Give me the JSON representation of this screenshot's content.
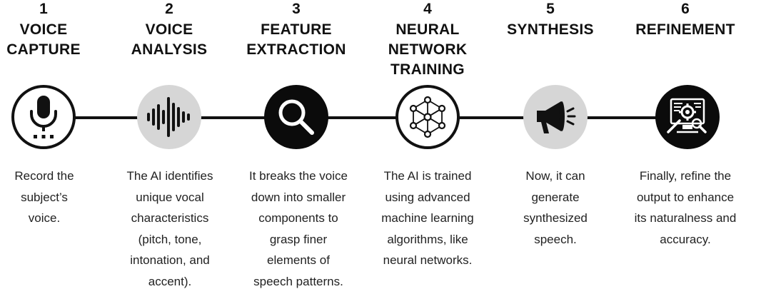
{
  "steps": [
    {
      "number": "1",
      "title": [
        "VOICE",
        "CAPTURE"
      ],
      "icon": "microphone-icon",
      "circle_style": "white",
      "description": [
        "Record the",
        "subject’s",
        "voice."
      ]
    },
    {
      "number": "2",
      "title": [
        "VOICE",
        "ANALYSIS"
      ],
      "icon": "sound-wave-icon",
      "circle_style": "grey",
      "description": [
        "The AI identifies",
        "unique vocal",
        "characteristics",
        "(pitch, tone,",
        "intonation, and",
        "accent)."
      ]
    },
    {
      "number": "3",
      "title": [
        "FEATURE",
        "EXTRACTION"
      ],
      "icon": "magnifier-icon",
      "circle_style": "black",
      "description": [
        "It breaks the voice",
        "down into smaller",
        "components to",
        "grasp finer",
        "elements of",
        "speech patterns."
      ]
    },
    {
      "number": "4",
      "title": [
        "NEURAL",
        "NETWORK",
        "TRAINING"
      ],
      "icon": "neural-network-icon",
      "circle_style": "white",
      "description": [
        "The AI is trained",
        "using advanced",
        "machine learning",
        "algorithms, like",
        "neural networks."
      ]
    },
    {
      "number": "5",
      "title": [
        "SYNTHESIS"
      ],
      "icon": "megaphone-icon",
      "circle_style": "grey",
      "description": [
        "Now, it can",
        "generate",
        "synthesized",
        "speech."
      ]
    },
    {
      "number": "6",
      "title": [
        "REFINEMENT"
      ],
      "icon": "refinement-gear-icon",
      "circle_style": "black",
      "description": [
        "Finally, refine the",
        "output to enhance",
        "its naturalness and",
        "accuracy."
      ]
    }
  ],
  "colors": {
    "line": "#111111",
    "grey_fill": "#d6d6d6",
    "black_fill": "#0b0b0b"
  }
}
